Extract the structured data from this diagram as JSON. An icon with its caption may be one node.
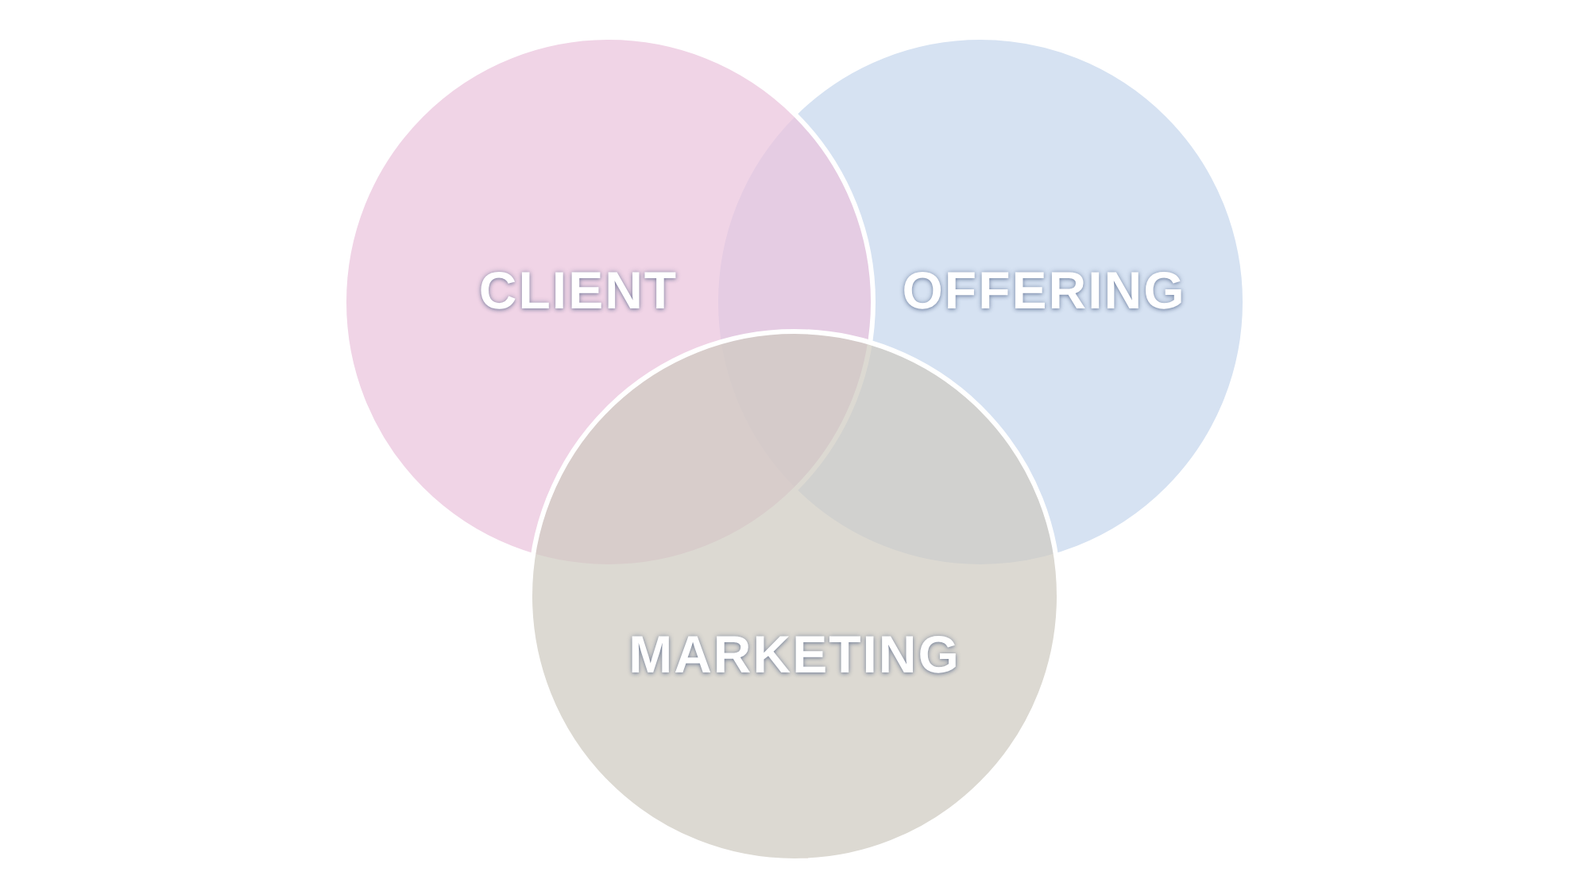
{
  "diagram": {
    "nodes": [
      {
        "text": [
          "MARKETING"
        ]
      },
      {
        "text": [
          "CLIENT"
        ]
      },
      {
        "text": [
          "OFFERING"
        ]
      }
    ]
  }
}
